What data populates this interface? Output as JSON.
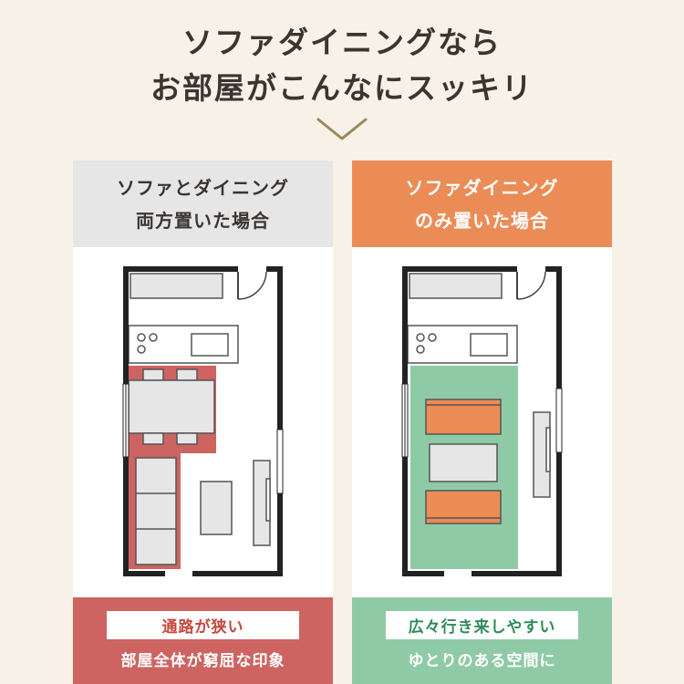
{
  "headline": {
    "line1": "ソファダイニングなら",
    "line2": "お部屋がこんなにスッキリ"
  },
  "panels": {
    "left": {
      "title_line1": "ソファとダイニング",
      "title_line2": "両方置いた場合",
      "tag": "通路が狭い",
      "caption": "部屋全体が窮屈な印象"
    },
    "right": {
      "title_line1": "ソファダイニング",
      "title_line2": "のみ置いた場合",
      "tag": "広々行き来しやすい",
      "caption": "ゆとりのある空間に"
    }
  },
  "colors": {
    "background": "#f8f1e7",
    "left_header": "#e6e6e6",
    "right_header": "#eb8c56",
    "left_footer": "#cd6461",
    "right_footer": "#8fcaa7",
    "cramped_area": "#cd6461",
    "open_area": "#8fcaa7",
    "sofa_dining_seat": "#eb8c56",
    "furniture": "#e6e6e6",
    "wall": "#222222"
  }
}
